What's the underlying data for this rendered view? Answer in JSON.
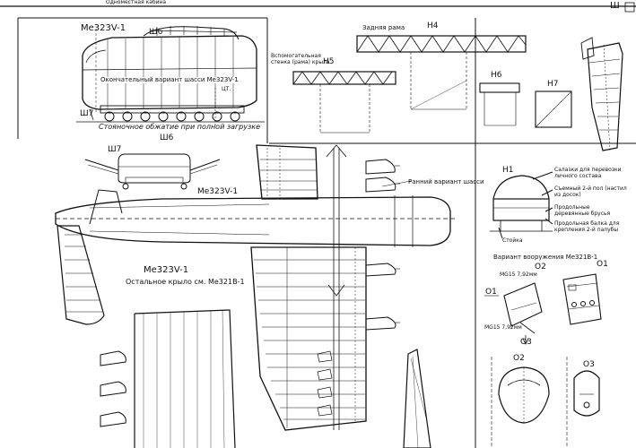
{
  "sheet": {
    "page_letter": "Ш",
    "top_caption": "Одноместная кабина"
  },
  "side_view": {
    "title": "Me323V-1",
    "section_mark": "Ш6",
    "caption": "Окончательный вариант шасси Me323V-1",
    "cg_mark": "ЦТ.",
    "section_mark_left": "Ш7",
    "load_caption": "Стояночное обжатие при полной загрузке",
    "section_mark_below": "Ш6"
  },
  "front_section": {
    "mark": "Ш7",
    "title": "Me323V-1"
  },
  "frames": {
    "rear_frame_label": "Задняя рама",
    "h4": "Н4",
    "aux_wall_label": "Вспомогательная стенка (рама) крыла",
    "h5": "Н5",
    "h6": "Н6",
    "h7": "Н7"
  },
  "plan_view": {
    "early_gear_caption": "Ранний вариант шасси",
    "title": "Me323V-1",
    "wing_note": "Остальное крыло см. Me321B-1"
  },
  "section_h1": {
    "mark": "Н1",
    "note1": "Салазки для перевозки личного состава",
    "note2": "Съемный 2-й пол (настил из досок)",
    "note3": "Продольные деревянные брусья",
    "note4": "Продольная балка для крепления 2-й палубы",
    "note5": "Стойка"
  },
  "armament": {
    "title": "Вариант вооружения Me321B-1",
    "o1_right": "O1",
    "o2_top": "O2",
    "o1_left": "O1",
    "gun1": "MG15 7,92мм",
    "gun2": "MG15 7,92мм",
    "o3_mid": "O3",
    "o2_bottom": "O2",
    "o3_bottom": "O3"
  }
}
